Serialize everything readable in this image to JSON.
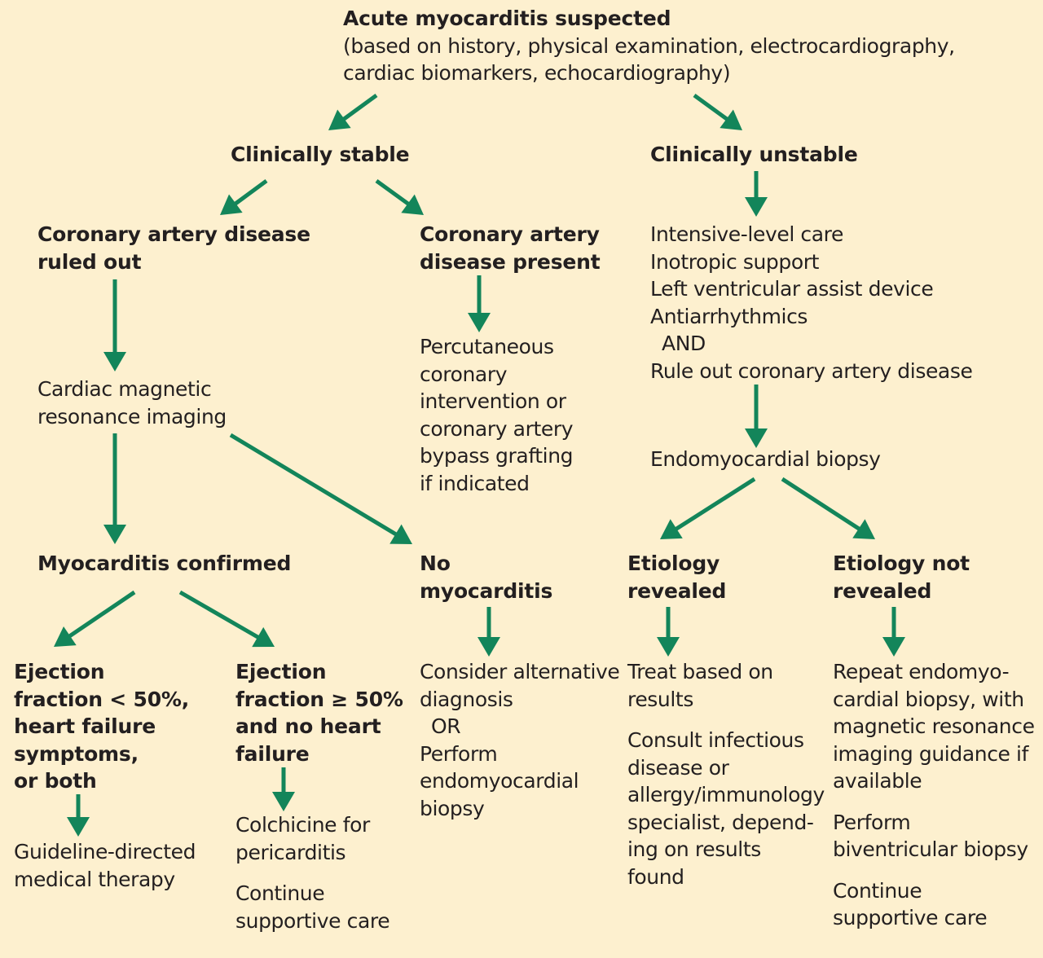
{
  "colors": {
    "background": "#fdf0cf",
    "arrow": "#13855a",
    "text": "#231f20"
  },
  "start": {
    "title": "Acute myocarditis suspected",
    "detail": [
      "(based on history, physical examination, electrocardiography,",
      "cardiac biomarkers, echocardiography)"
    ]
  },
  "stable": {
    "title": "Clinically stable",
    "cad_ruled_out": {
      "lines": [
        "Coronary artery disease",
        "ruled out"
      ]
    },
    "cad_present": {
      "lines": [
        "Coronary artery",
        "disease present"
      ],
      "action": [
        "Percutaneous",
        "coronary",
        "intervention or",
        "coronary artery",
        "bypass grafting",
        "if indicated"
      ]
    },
    "cmr": [
      "Cardiac magnetic",
      "resonance imaging"
    ],
    "confirmed": {
      "title": "Myocarditis confirmed",
      "low_ef": {
        "lines": [
          "Ejection",
          "fraction < 50%,",
          "heart failure",
          "symptoms,",
          "or both"
        ],
        "action": [
          "Guideline-directed",
          "medical therapy"
        ]
      },
      "high_ef": {
        "lines": [
          "Ejection",
          "fraction ≥ 50%",
          "and no heart",
          "failure"
        ],
        "action_1": [
          "Colchicine for",
          "pericarditis"
        ],
        "action_2": [
          "Continue",
          "supportive care"
        ]
      }
    },
    "no_myocarditis": {
      "lines": [
        "No",
        "myocarditis"
      ],
      "action": [
        "Consider alternative",
        "diagnosis",
        "OR",
        "Perform",
        "endomyocardial",
        "biopsy"
      ]
    }
  },
  "unstable": {
    "title": "Clinically unstable",
    "care": [
      "Intensive-level care",
      "Inotropic support",
      "Left ventricular assist device",
      "Antiarrhythmics",
      "AND",
      "Rule out coronary artery disease"
    ],
    "biopsy": "Endomyocardial biopsy",
    "revealed": {
      "lines": [
        "Etiology",
        "revealed"
      ],
      "action_1": [
        "Treat based on",
        "results"
      ],
      "action_2": [
        "Consult infectious",
        "disease or",
        "allergy/immunology",
        "specialist, depend-",
        "ing on results",
        "found"
      ]
    },
    "not_revealed": {
      "lines": [
        "Etiology not",
        "revealed"
      ],
      "action_1": [
        "Repeat endomyo-",
        "cardial biopsy, with",
        "magnetic resonance",
        "imaging guidance if",
        "available"
      ],
      "action_2": [
        "Perform",
        "biventricular biopsy"
      ],
      "action_3": [
        "Continue",
        "supportive care"
      ]
    }
  }
}
